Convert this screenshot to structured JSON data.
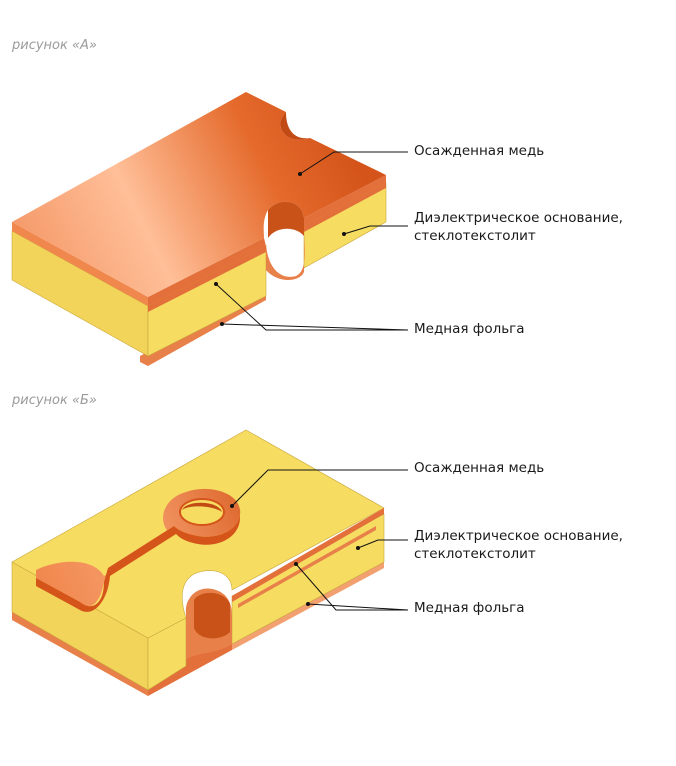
{
  "figure_a": {
    "caption": "рисунок «А»",
    "labels": {
      "deposited_copper": "Осажденная медь",
      "dielectric_line1": "Диэлектрическое основание,",
      "dielectric_line2": "стеклотекстолит",
      "copper_foil": "Медная фольга"
    }
  },
  "figure_b": {
    "caption": "рисунок «Б»",
    "labels": {
      "deposited_copper": "Осажденная медь",
      "dielectric_line1": "Диэлектрическое основание,",
      "dielectric_line2": "стеклотекстолит",
      "copper_foil": "Медная фольга"
    }
  },
  "colors": {
    "copper_dark": "#d4541a",
    "copper_light": "#ffb48a",
    "copper_edge": "#e8804a",
    "fiberglass": "#f2d45a",
    "fiberglass_top": "#f6dd62"
  }
}
